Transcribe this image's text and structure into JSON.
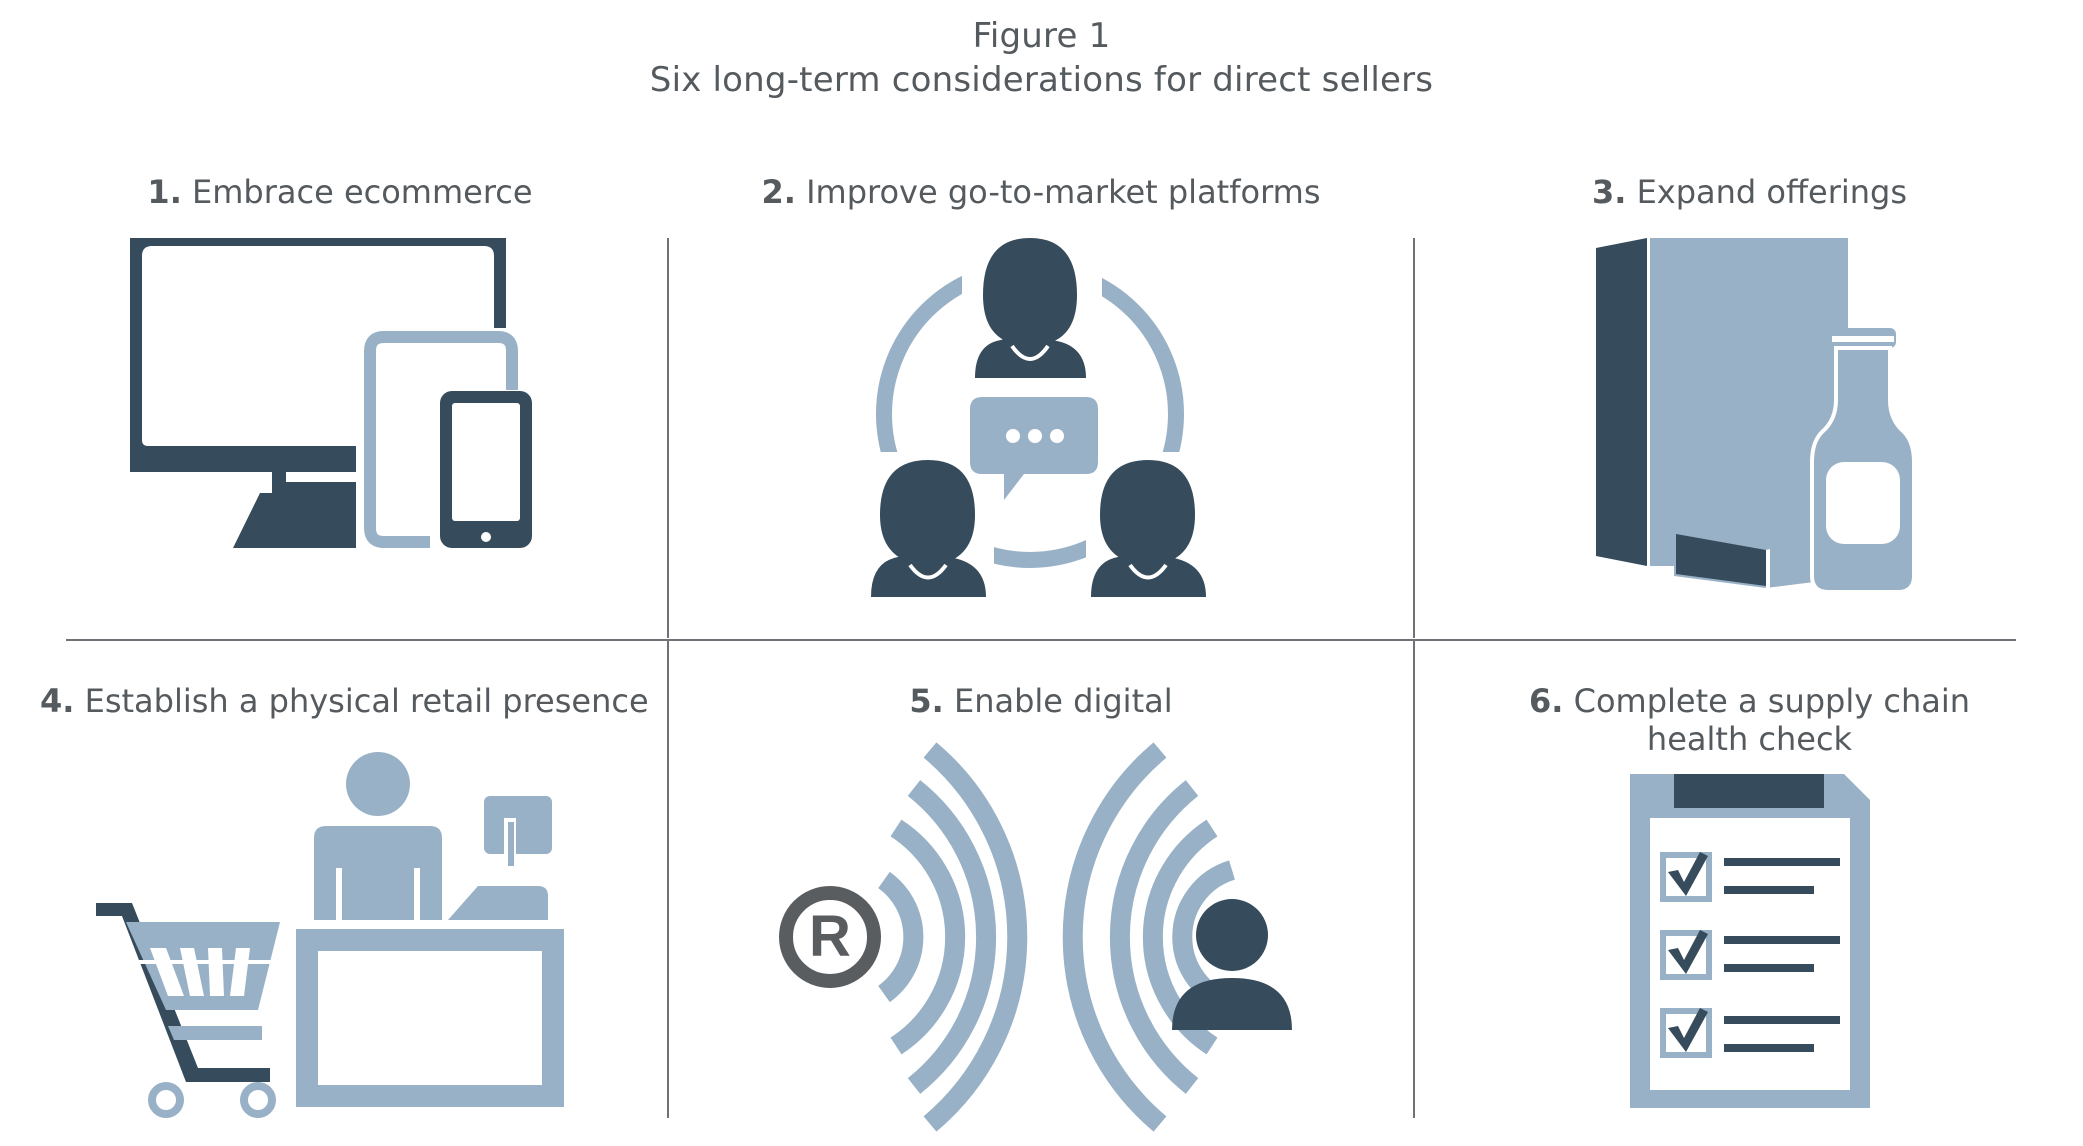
{
  "figure": {
    "number_label": "Figure 1",
    "subtitle": "Six long-term considerations for direct sellers"
  },
  "colors": {
    "dark": "#364b5b",
    "light": "#98b1c6",
    "text": "#555a5e",
    "divider": "#6f7378",
    "registered_mark": "#5a5d60"
  },
  "cells": [
    {
      "number": "1.",
      "label": "Embrace ecommerce",
      "icon": "devices-icon"
    },
    {
      "number": "2.",
      "label": "Improve go-to-market platforms",
      "icon": "people-network-icon"
    },
    {
      "number": "3.",
      "label": "Expand offerings",
      "icon": "products-icon"
    },
    {
      "number": "4.",
      "label": "Establish a physical retail presence",
      "icon": "retail-store-icon"
    },
    {
      "number": "5.",
      "label": "Enable digital",
      "icon": "digital-signal-icon"
    },
    {
      "number": "6.",
      "label_line1": "Complete a supply chain",
      "label_line2": "health check",
      "icon": "clipboard-checklist-icon"
    }
  ]
}
